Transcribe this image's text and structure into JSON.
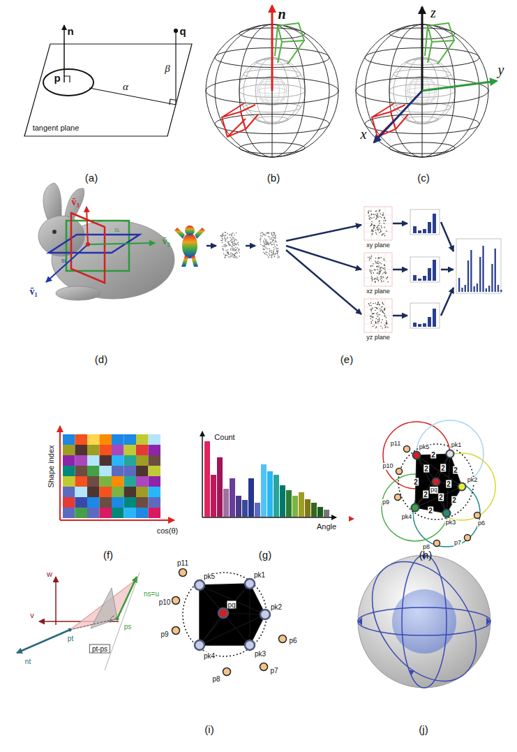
{
  "diagram": {
    "labels": [
      "n",
      "q",
      "p",
      "β",
      "α",
      "tangent plane",
      "(a)",
      "n",
      "(b)",
      "z",
      "y",
      "x",
      "(c)",
      "ṽ₃",
      "ṽ₂",
      "ṽ₁",
      "SL",
      "SL",
      "(d)",
      "xy plane",
      "xz plane",
      "yz plane",
      "(e)",
      "Shape index",
      "cos(θ)",
      "(f)",
      "Count",
      "Angle",
      "(g)",
      "p11",
      "pk5",
      "pk1",
      "p10",
      "pq",
      "pk2",
      "p9",
      "pk4",
      "pk3",
      "p6",
      "p8",
      "p7",
      "2",
      "2",
      "2",
      "2",
      "2",
      "2",
      "2",
      "2",
      "2",
      "2",
      "(h)",
      "w",
      "v",
      "ns=u",
      "ps",
      "pt",
      "nt",
      "pt-ps",
      "p11",
      "pk5",
      "pk1",
      "pq",
      "pk2",
      "p10",
      "p9",
      "pk4",
      "pk3",
      "p6",
      "p8",
      "p7",
      "(i)",
      "(j)"
    ]
  }
}
